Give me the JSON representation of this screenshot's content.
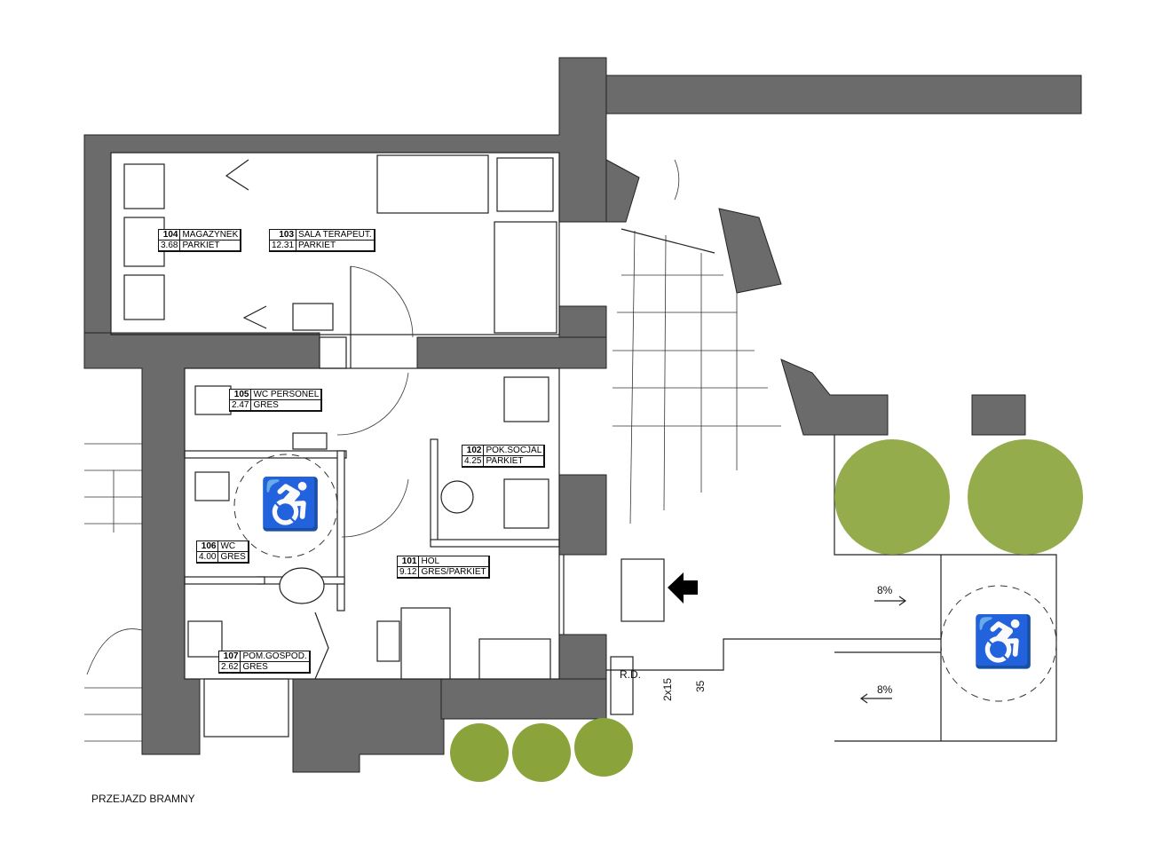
{
  "rooms": [
    {
      "number": "104",
      "name": "MAGAZYNEK",
      "area": "3.68",
      "floor": "PARKIET"
    },
    {
      "number": "103",
      "name": "SALA TERAPEUT.",
      "area": "12.31",
      "floor": "PARKIET"
    },
    {
      "number": "105",
      "name": "WC PERSONEL",
      "area": "2.47",
      "floor": "GRES"
    },
    {
      "number": "102",
      "name": "POK.SOCJAL",
      "area": "4.25",
      "floor": "PARKIET"
    },
    {
      "number": "106",
      "name": "WC",
      "area": "4.00",
      "floor": "GRES"
    },
    {
      "number": "101",
      "name": "HOL",
      "area": "9.12",
      "floor": "GRES/PARKIET"
    },
    {
      "number": "107",
      "name": "POM.GOSPOD.",
      "area": "2.62",
      "floor": "GRES"
    }
  ],
  "annotations": {
    "rd": "R.D.",
    "steps": "2x15",
    "height": "35",
    "slope_upper": "8%",
    "slope_lower": "8%",
    "gate": "PRZEJAZD BRAMNY"
  },
  "symbols": {
    "wheelchair": "♿"
  },
  "colors": {
    "wall": "#6b6b6b",
    "plant": "#8aa33a"
  }
}
